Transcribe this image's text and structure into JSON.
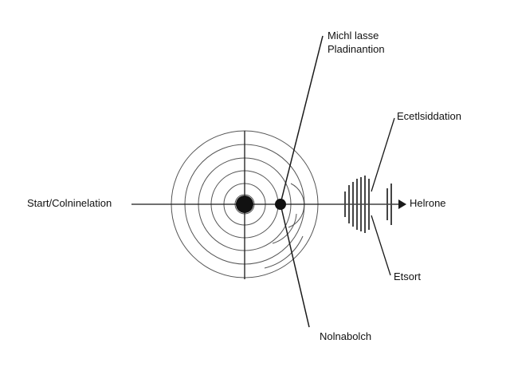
{
  "labels": {
    "top_line1": "Michl lasse",
    "top_line2": "Pladinantion",
    "start": "Start/Colninelation",
    "upper_right": "Ecetlsiddation",
    "right": "Helrone",
    "lower_right": "Etsort",
    "bottom": "Nolnabolch"
  },
  "colors": {
    "stroke": "#1a1a1a",
    "ring": "#444444",
    "text": "#111111",
    "background": "#ffffff"
  }
}
